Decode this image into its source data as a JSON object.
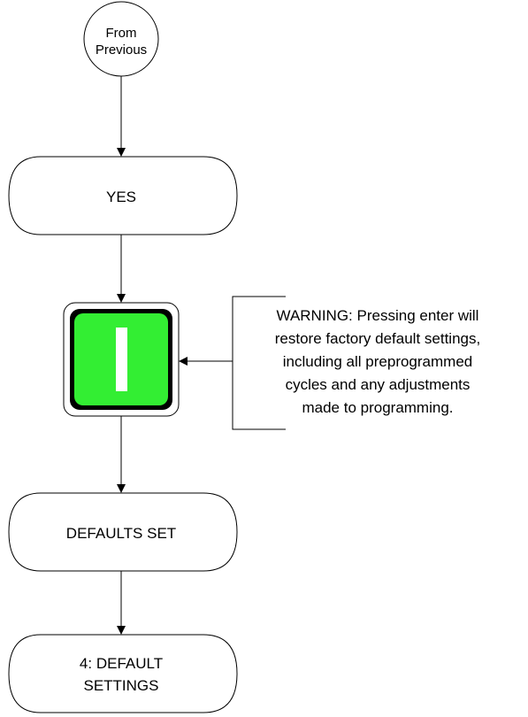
{
  "start_connector": {
    "line1": "From",
    "line2": "Previous"
  },
  "yes_state": {
    "label": "YES"
  },
  "enter_key": {
    "glyph": "I",
    "key_color": "#33ee33",
    "glyph_color": "#ffffff"
  },
  "warning": {
    "line1": "WARNING: Pressing enter will",
    "line2": "restore factory default settings,",
    "line3": "including all preprogrammed",
    "line4": "cycles and any adjustments",
    "line5": "made to programming."
  },
  "defaults_set_state": {
    "label": "DEFAULTS SET"
  },
  "default_settings_state": {
    "line1": "4: DEFAULT",
    "line2": "SETTINGS"
  }
}
